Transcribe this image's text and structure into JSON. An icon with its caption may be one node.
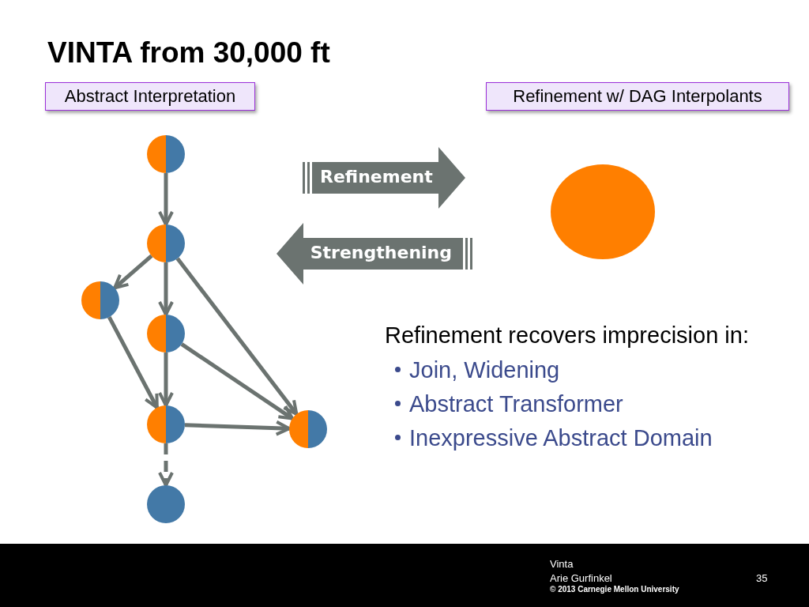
{
  "diagram": {
    "title": "VINTA from 30,000 ft",
    "nodes": [
      {
        "text": [
          "Abstract Interpretation"
        ]
      },
      {
        "text": [
          "Refinement w/ DAG Interpolants"
        ]
      },
      {
        "text": [],
        "shape": "circle"
      },
      {
        "text": [],
        "shape": "circle"
      },
      {
        "text": [],
        "shape": "circle"
      },
      {
        "text": [],
        "shape": "circle"
      },
      {
        "text": [],
        "shape": "circle"
      },
      {
        "text": [],
        "shape": "circle"
      },
      {
        "text": [],
        "shape": "circle"
      },
      {
        "text": [
          "Refinement"
        ]
      },
      {
        "text": [
          "Strengthening"
        ]
      },
      {
        "text": [],
        "shape": "circle"
      }
    ],
    "edges": [
      {
        "from": 2,
        "to": 3,
        "arrow": "to"
      },
      {
        "from": 3,
        "to": 4,
        "arrow": "to"
      },
      {
        "from": 3,
        "to": 5,
        "arrow": "to"
      },
      {
        "from": 3,
        "to": 7,
        "arrow": "to"
      },
      {
        "from": 4,
        "to": 6,
        "arrow": "to"
      },
      {
        "from": 5,
        "to": 6,
        "arrow": "to"
      },
      {
        "from": 5,
        "to": 7,
        "arrow": "to"
      },
      {
        "from": 6,
        "to": 7,
        "arrow": "to"
      },
      {
        "from": 6,
        "to": 8,
        "arrow": "to",
        "style": "dashed"
      }
    ],
    "labels": [
      "Refinement recovers imprecision in:",
      "Join, Widening",
      "Abstract Transformer",
      "Inexpressive Abstract Domain",
      "Vinta",
      "Arie Gurfinkel",
      "© 2013 Carnegie Mellon University",
      "35"
    ]
  }
}
